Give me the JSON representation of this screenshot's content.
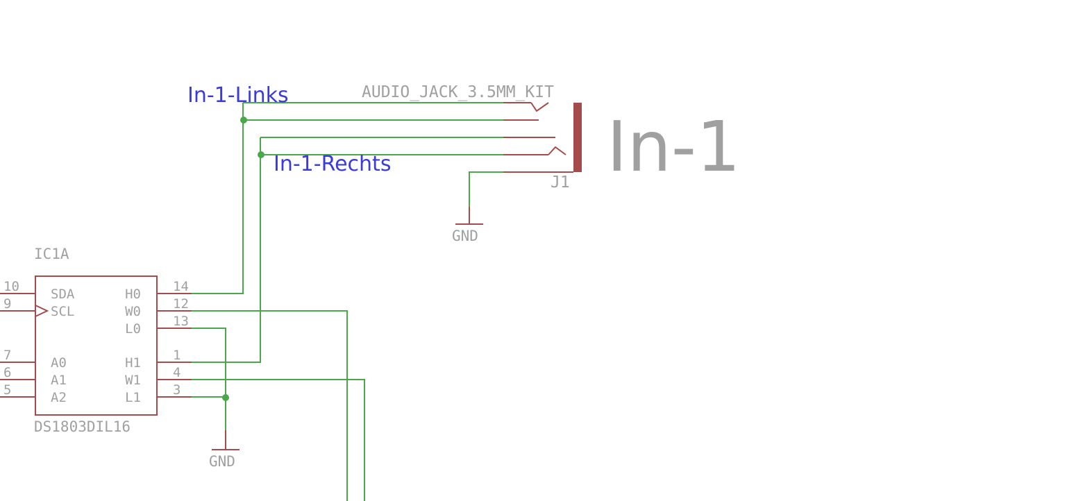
{
  "colors": {
    "wire": "#4aa84a",
    "part": "#a54b4b",
    "text": "#a0a0a0",
    "net_label": "#3b3bdc"
  },
  "jack": {
    "value": "AUDIO_JACK_3.5MM_KIT",
    "ref": "J1",
    "big_label": "In-1"
  },
  "nets": {
    "left": "In-1-Links",
    "right": "In-1-Rechts"
  },
  "ground": {
    "jack_label": "GND",
    "ic_label": "GND"
  },
  "ic": {
    "ref": "IC1A",
    "part": "DS1803DIL16",
    "left_pins": [
      {
        "num": "10",
        "name": "SDA"
      },
      {
        "num": "9",
        "name": "SCL"
      },
      {
        "num": "7",
        "name": "A0"
      },
      {
        "num": "6",
        "name": "A1"
      },
      {
        "num": "5",
        "name": "A2"
      }
    ],
    "right_pins": [
      {
        "num": "14",
        "name": "H0"
      },
      {
        "num": "12",
        "name": "W0"
      },
      {
        "num": "13",
        "name": "L0"
      },
      {
        "num": "1",
        "name": "H1"
      },
      {
        "num": "4",
        "name": "W1"
      },
      {
        "num": "3",
        "name": "L1"
      }
    ]
  }
}
